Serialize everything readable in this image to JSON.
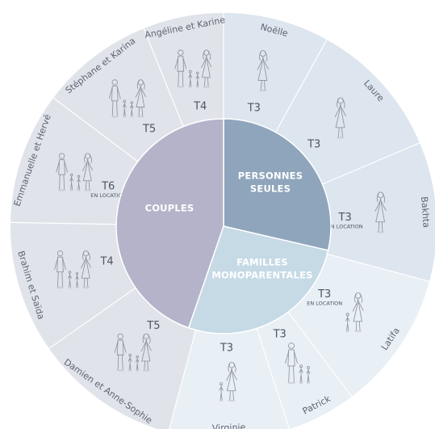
{
  "colors": {
    "outer_couples": "#e0e3ea",
    "outer_single": "#dde5ee",
    "outer_monoparental": "#e8eff5",
    "divider": "#ffffff",
    "couples_center": "#b4b3c9",
    "single_center": "#8fa5bc",
    "monoparental_center": "#c6dae6",
    "group_text": "#ffffff"
  },
  "groups": [
    {
      "key": "couples",
      "label_lines": [
        "COUPLES"
      ]
    },
    {
      "key": "single",
      "label_lines": [
        "PERSONNES",
        "SEULES"
      ]
    },
    {
      "key": "monoparental",
      "label_lines": [
        "FAMILLES",
        "MONOPARENTALES"
      ]
    }
  ],
  "households": [
    {
      "name": "Noëlle",
      "group": "single",
      "typology": "T3",
      "note": "",
      "figure": "woman"
    },
    {
      "name": "Laure",
      "group": "single",
      "typology": "T3",
      "note": "",
      "figure": "woman"
    },
    {
      "name": "Bakhta",
      "group": "single",
      "typology": "T3",
      "note": "EN LOCATION",
      "figure": "woman"
    },
    {
      "name": "Latifa",
      "group": "monoparental",
      "typology": "T3",
      "note": "EN LOCATION",
      "figure": "mother-child"
    },
    {
      "name": "Patrick",
      "group": "monoparental",
      "typology": "T3",
      "note": "",
      "figure": "father-children"
    },
    {
      "name": "Virginie",
      "group": "monoparental",
      "typology": "T3",
      "note": "",
      "figure": "mother-child"
    },
    {
      "name": "Damien et Anne-Sophie",
      "group": "couples",
      "typology": "T5",
      "note": "",
      "figure": "family"
    },
    {
      "name": "Brahim et Saïda",
      "group": "couples",
      "typology": "T4",
      "note": "",
      "figure": "family"
    },
    {
      "name": "Emmanuelle et Hervé",
      "group": "couples",
      "typology": "T6",
      "note": "EN LOCATION",
      "figure": "family"
    },
    {
      "name": "Stéphane et Karina",
      "group": "couples",
      "typology": "T5",
      "note": "",
      "figure": "family"
    },
    {
      "name": "Angéline et Karine",
      "group": "couples",
      "typology": "T4",
      "note": "",
      "figure": "family"
    }
  ]
}
